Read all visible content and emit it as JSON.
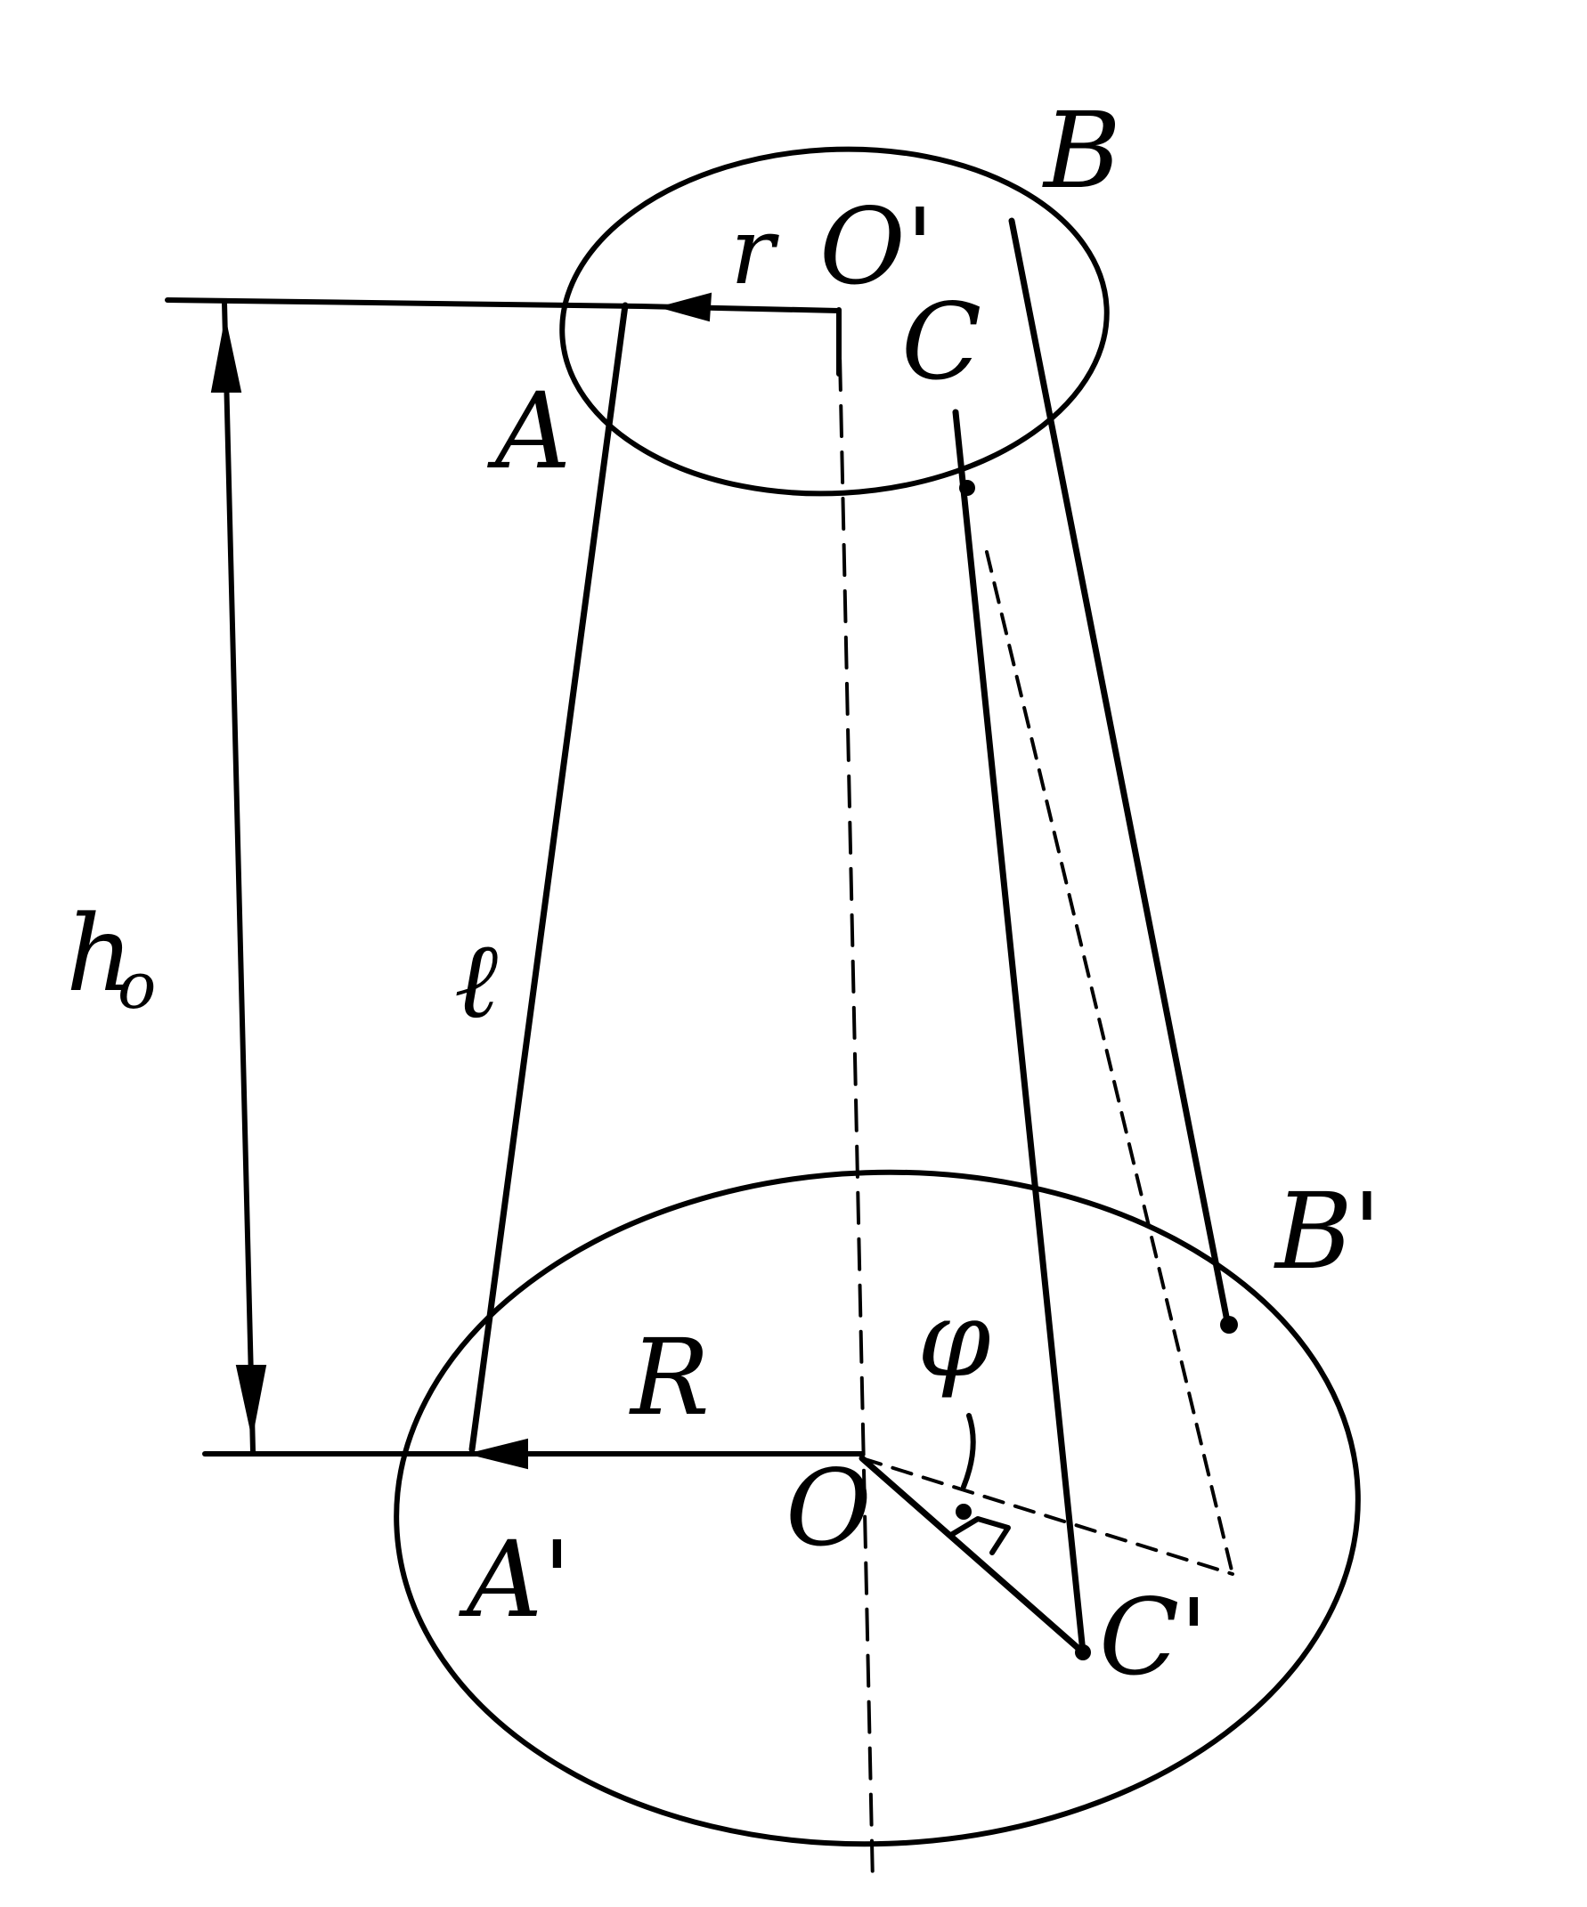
{
  "labels": {
    "top_right_point": "B",
    "top_center": "O'",
    "top_radius": "r",
    "top_inner_point": "C",
    "top_left_point": "A",
    "height_main": "h",
    "height_sub": "o",
    "slant": "ℓ",
    "bottom_radius": "R",
    "angle": "φ",
    "bottom_right_point": "B'",
    "bottom_left_point": "A'",
    "bottom_center": "O",
    "bottom_inner_point": "C'"
  },
  "colors": {
    "ink": "#000000",
    "background": "#ffffff"
  }
}
